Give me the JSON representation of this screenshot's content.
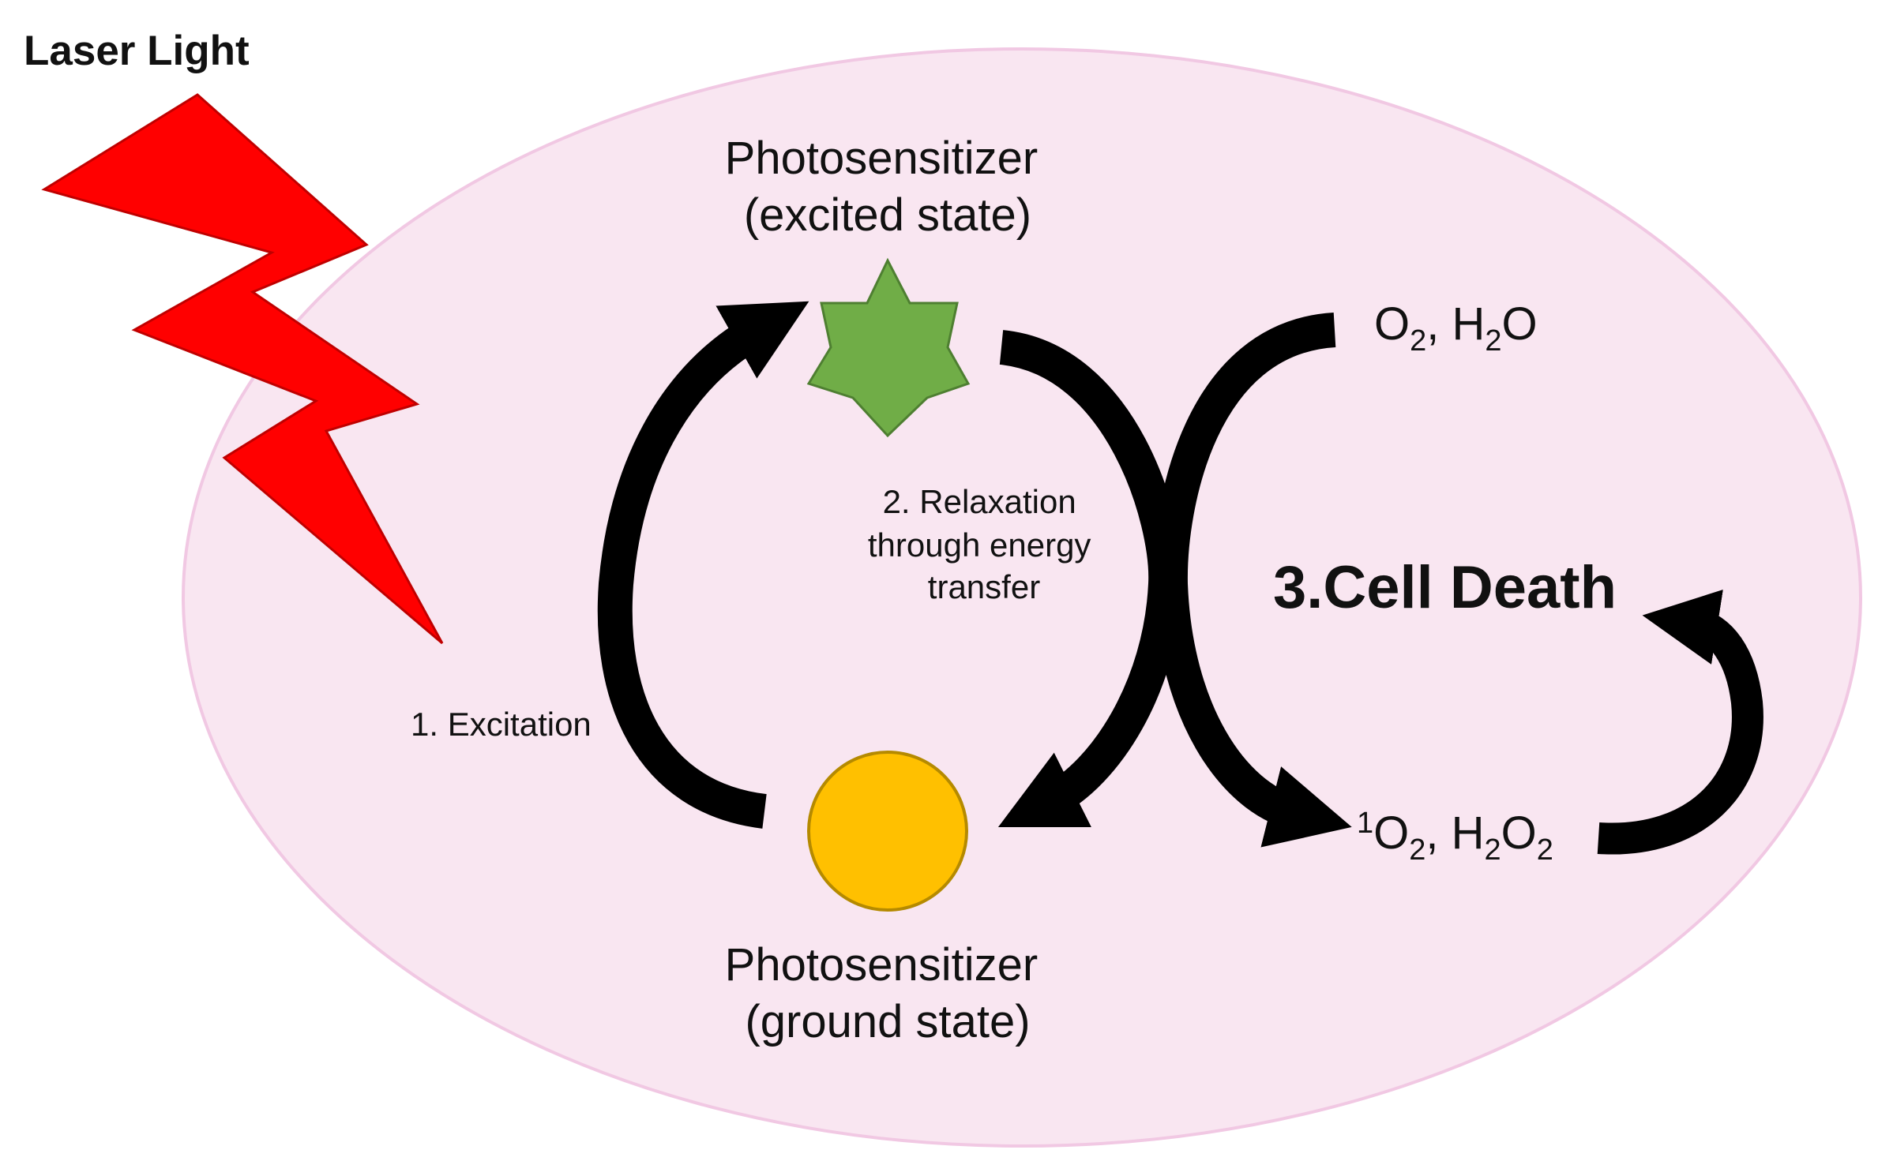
{
  "diagram": {
    "title": "Laser Light",
    "colors": {
      "cell": "#f9e6f1",
      "cell_border": "#f1c8e3",
      "bolt": "#ff0000",
      "bolt_border": "#c00000",
      "excited_star": "#70ad47",
      "excited_star_border": "#4e7f31",
      "ground_circle": "#ffc000",
      "ground_circle_border": "#b58a00",
      "arrow": "#000000",
      "text": "#111111"
    },
    "nodes": {
      "excited": {
        "line1": "Photosensitizer",
        "line2": "(excited state)",
        "icon": "seven-point-star-icon"
      },
      "ground": {
        "line1": "Photosensitizer",
        "line2": "(ground state)",
        "icon": "circle-icon"
      },
      "oxygen_water": {
        "o": "O",
        "o_sub": "2",
        "sep": ", H",
        "h_sub": "2",
        "tail": "O"
      },
      "reactive_species": {
        "sup": "1",
        "o": "O",
        "o_sub": "2",
        "sep": ", H",
        "h_sub": "2",
        "o2": "O",
        "tail_sub": "2"
      },
      "cell_death": "3.Cell Death"
    },
    "steps": {
      "excitation": "1. Excitation",
      "relaxation_line1": "2. Relaxation",
      "relaxation_line2": "through energy",
      "relaxation_line3": "transfer"
    }
  }
}
